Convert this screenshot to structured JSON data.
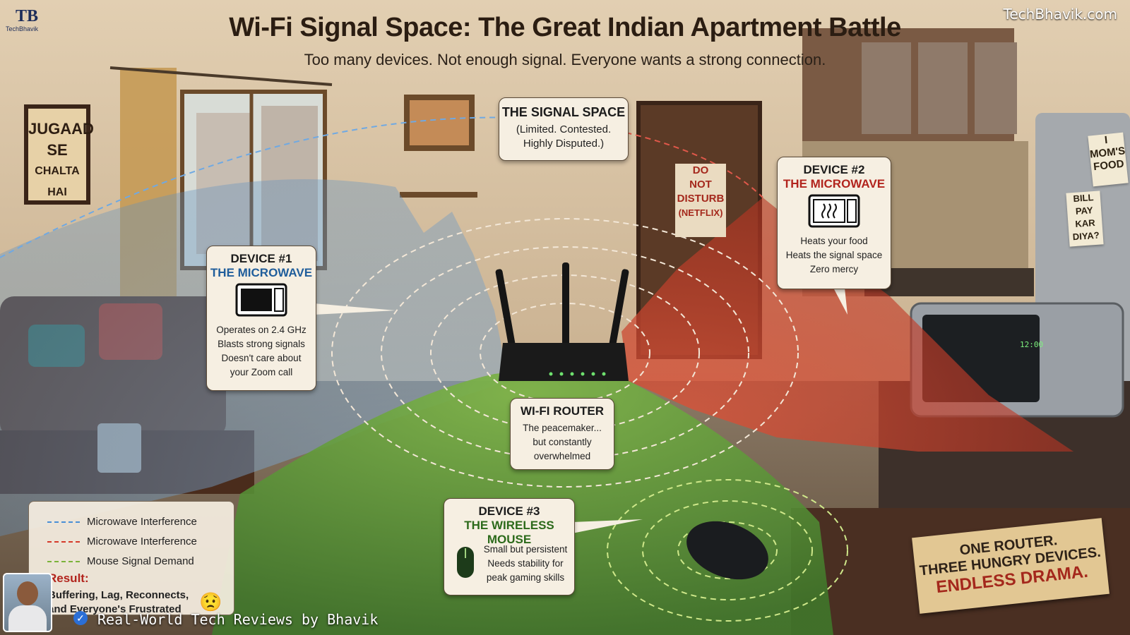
{
  "header": {
    "title": "Wi-Fi Signal Space: The Great Indian Apartment Battle",
    "subtitle": "Too many devices. Not enough signal. Everyone wants a strong connection.",
    "brand": "TechBhavik.com",
    "logo_mark": "TB",
    "logo_text": "TechBhavik"
  },
  "wall_sign": {
    "lines": [
      "JUGAAD",
      "SE",
      "CHALTA HAI"
    ]
  },
  "door_sign": {
    "lines": [
      "DO",
      "NOT",
      "DISTURB",
      "(NETFLIX)"
    ]
  },
  "fridge_notes": {
    "note1": [
      "I",
      "MOM'S",
      "FOOD"
    ],
    "note2": [
      "BILL",
      "PAY",
      "KAR",
      "DIYA?"
    ]
  },
  "signal_space": {
    "heading": "THE SIGNAL SPACE",
    "lines": [
      "(Limited. Contested.",
      "Highly Disputed.)"
    ]
  },
  "device1": {
    "num": "DEVICE #1",
    "name": "THE MICROWAVE",
    "lines": [
      "Operates on 2.4 GHz",
      "Blasts strong signals",
      "Doesn't care about",
      "your Zoom call"
    ],
    "icon": "microwave-icon"
  },
  "device2": {
    "num": "DEVICE #2",
    "name": "THE MICROWAVE",
    "lines": [
      "Heats your food",
      "Heats the signal space",
      "Zero mercy"
    ],
    "icon": "microwave-icon"
  },
  "router": {
    "heading": "WI-FI ROUTER",
    "lines": [
      "The peacemaker...",
      "but constantly",
      "overwhelmed"
    ]
  },
  "device3": {
    "num": "DEVICE #3",
    "name": "THE WIRELESS MOUSE",
    "lines": [
      "Small but persistent",
      "Needs stability for",
      "peak gaming skills"
    ],
    "icon": "mouse-icon"
  },
  "microwave_clock": "12:00",
  "legend": {
    "items": [
      {
        "label": "Microwave Interference",
        "color": "#4a8fd6"
      },
      {
        "label": "Microwave Interference",
        "color": "#d63a2a"
      },
      {
        "label": "Mouse Signal Demand",
        "color": "#7bb33a"
      }
    ],
    "result_label": "Result:",
    "result_lines": [
      "Buffering, Lag, Reconnects,",
      "and Everyone's Frustrated"
    ],
    "emoji": "😟"
  },
  "footer": {
    "credit": "Real-World Tech Reviews by Bhavik"
  },
  "drama": {
    "line1": "ONE ROUTER.",
    "line2": "THREE HUNGRY DEVICES.",
    "line3": "ENDLESS DRAMA."
  },
  "colors": {
    "blue": "#4a8fd6",
    "red": "#d63a2a",
    "green": "#6aa33a",
    "wall": "#d8c3a3"
  }
}
